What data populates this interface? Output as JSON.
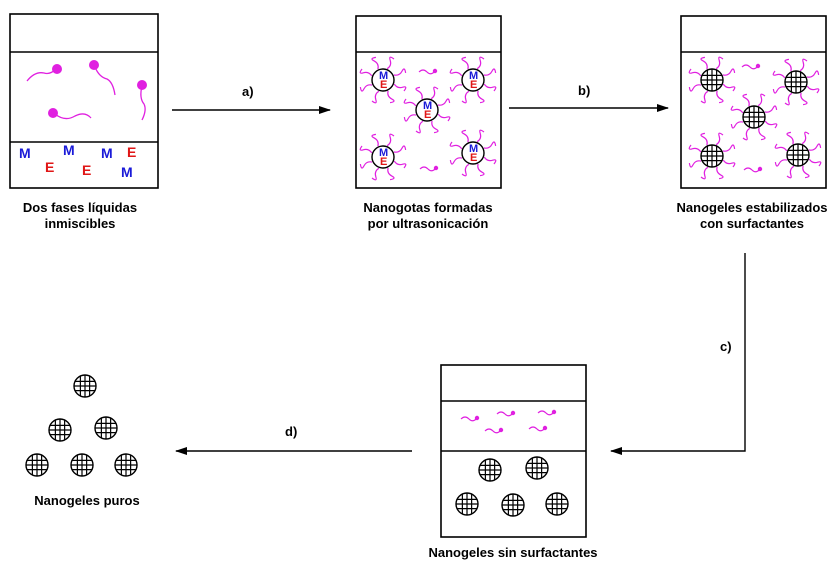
{
  "steps": {
    "a": "a)",
    "b": "b)",
    "c": "c)",
    "d": "d)"
  },
  "captions": {
    "stage1": [
      "Dos fases líquidas",
      "inmiscibles"
    ],
    "stage2": [
      "Nanogotas formadas",
      "por ultrasonicación"
    ],
    "stage3": [
      "Nanogeles estabilizados",
      "con surfactantes"
    ],
    "stage4": [
      "Nanogeles sin surfactantes"
    ],
    "stage5": [
      "Nanogeles puros"
    ]
  },
  "letters": {
    "m": "M",
    "e": "E"
  },
  "colors": {
    "surfactant": "#e020e0",
    "monomer": "#1a1ad8",
    "crosslinker": "#e01616",
    "outline": "#000000"
  }
}
